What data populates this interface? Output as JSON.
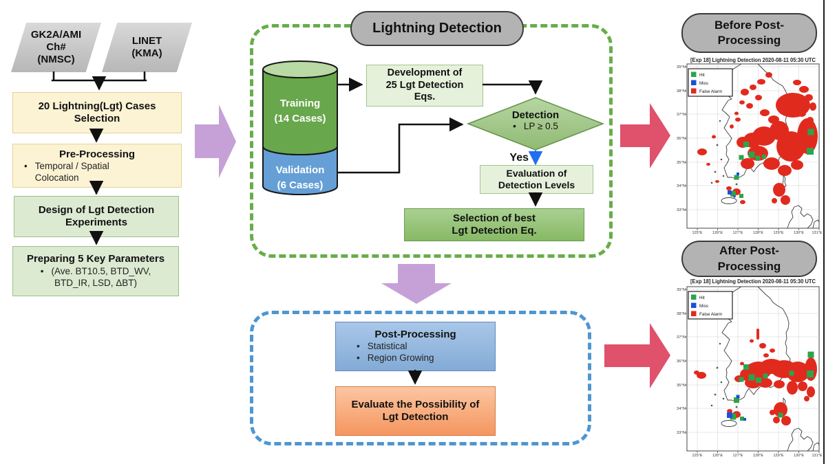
{
  "palette": {
    "yellow_box": "#fcf3d4",
    "light_green_box": "#dcead2",
    "pale_green_box": "#e6f1dc",
    "medium_green_box": "#93c47d",
    "diamond_green": "#a9cc90",
    "cylinder_green": "#68a74c",
    "cylinder_blue": "#659fd6",
    "post_blue": "#9ec0e4",
    "evaluate_orange": "#f8ab7c",
    "purple_arrow": "#c6a1d8",
    "pink_arrow": "#e0516c",
    "gray_shape": "#b3b3b3",
    "dashed_green": "#68ad4a",
    "dashed_blue": "#4e96d2",
    "hit_green": "#2ca44a",
    "miss_blue": "#1b50d8",
    "false_alarm_red": "#e12a1e"
  },
  "left_column": {
    "source_left": "GK2A/AMI\nCh#\n(NMSC)",
    "source_right": "LINET\n(KMA)",
    "box1": "20 Lightning(Lgt) Cases\nSelection",
    "box2_title": "Pre-Processing",
    "box2_bullet": "Temporal / Spatial\nColocation",
    "box3": "Design of Lgt Detection\nExperiments",
    "box4_title": "Preparing 5 Key Parameters",
    "box4_bullet": "(Ave. BT10.5, BTD_WV,\nBTD_IR, LSD, ΔBT)"
  },
  "detection": {
    "title": "Lightning Detection",
    "training_line1": "Training",
    "training_line2": "(14 Cases)",
    "validation_line1": "Validation",
    "validation_line2": "(6 Cases)",
    "development": "Development of\n25 Lgt Detection\nEqs.",
    "diamond_title": "Detection",
    "diamond_condition": "LP ≥ 0.5",
    "yes": "Yes",
    "evaluation": "Evaluation of\nDetection Levels",
    "selection": "Selection of best\nLgt Detection Eq."
  },
  "post": {
    "title": "Post-Processing",
    "bullet1": "Statistical",
    "bullet2": "Region Growing",
    "evaluate": "Evaluate the Possibility of\nLgt Detection"
  },
  "maps": {
    "before_header": "Before Post-\nProcessing",
    "after_header": "After Post-\nProcessing",
    "panel_title": "[Exp 18] Lightning Detection 2020-08-11 05:30 UTC",
    "legend": [
      "Hit",
      "Miss",
      "False Alarm"
    ],
    "lat_labels": [
      "39°N",
      "38°N",
      "37°N",
      "36°N",
      "35°N",
      "34°N",
      "33°N"
    ],
    "lon_labels": [
      "125°E",
      "126°E",
      "127°E",
      "128°E",
      "129°E",
      "130°E",
      "131°E"
    ]
  }
}
